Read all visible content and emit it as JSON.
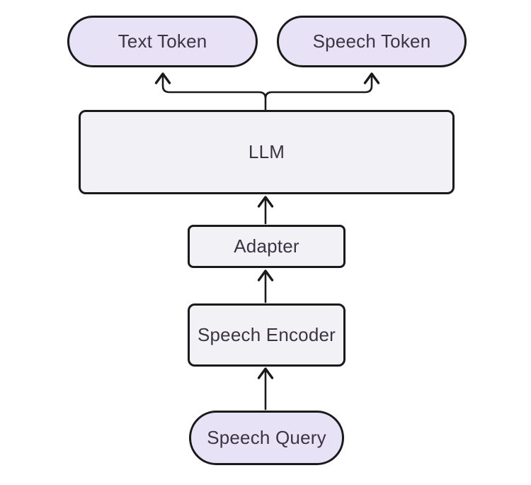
{
  "diagram": {
    "type": "flowchart",
    "direction": "bottom-to-top",
    "nodes": {
      "text_token": {
        "label": "Text Token",
        "shape": "pill"
      },
      "speech_token": {
        "label": "Speech Token",
        "shape": "pill"
      },
      "llm": {
        "label": "LLM",
        "shape": "rectangle"
      },
      "adapter": {
        "label": "Adapter",
        "shape": "rectangle"
      },
      "speech_encoder": {
        "label": "Speech Encoder",
        "shape": "rectangle"
      },
      "speech_query": {
        "label": "Speech Query",
        "shape": "pill"
      }
    },
    "edges": [
      {
        "from": "speech_query",
        "to": "speech_encoder",
        "style": "arrow-up"
      },
      {
        "from": "speech_encoder",
        "to": "adapter",
        "style": "arrow-up"
      },
      {
        "from": "adapter",
        "to": "llm",
        "style": "arrow-up"
      },
      {
        "from": "llm",
        "to": "text_token",
        "style": "arrow-up-branch"
      },
      {
        "from": "llm",
        "to": "speech_token",
        "style": "arrow-up-branch"
      }
    ]
  },
  "colors": {
    "background": "#ffffff",
    "pill-fill": "#e8e2f6",
    "box-fill": "#f2f2f6",
    "stroke": "#1a1a1a",
    "text": "#3a3444"
  }
}
